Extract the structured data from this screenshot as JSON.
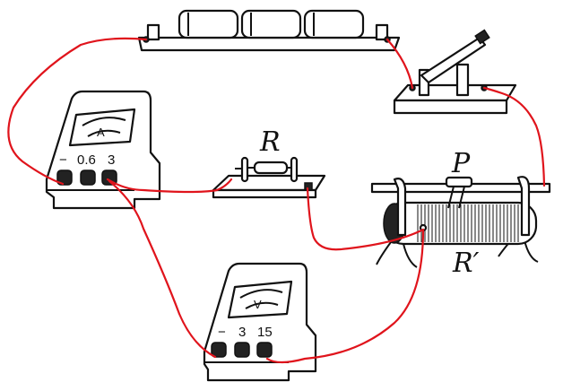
{
  "labels": {
    "resistor": "R",
    "slider": "P",
    "rheostat": "R′"
  },
  "ammeter": {
    "symbol": "A",
    "terminals": [
      "−",
      "0.6",
      "3"
    ]
  },
  "voltmeter": {
    "symbol": "V",
    "terminals": [
      "−",
      "3",
      "15"
    ]
  },
  "colors": {
    "wire": "#e0141c",
    "ink": "#111111"
  }
}
